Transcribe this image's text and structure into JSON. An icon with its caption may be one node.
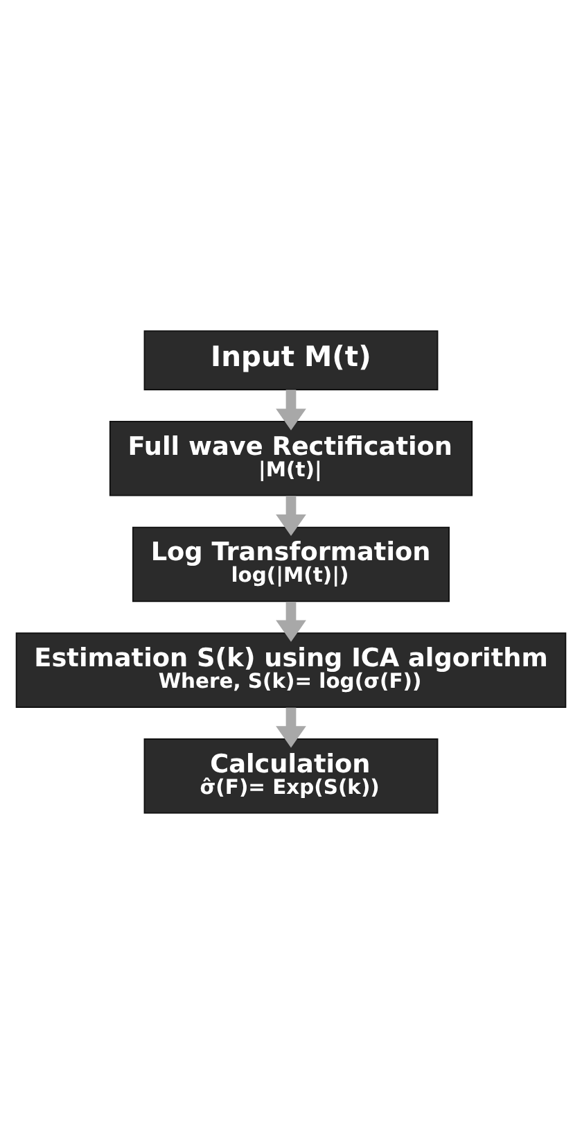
{
  "diagram": {
    "nodes": [
      {
        "text": [
          "Input M(t)"
        ]
      },
      {
        "text": [
          "Full wave Rectification",
          "|M(t)|"
        ]
      },
      {
        "text": [
          "Log Transformation",
          "log(|M(t)|)"
        ]
      },
      {
        "text": [
          "Estimation S(k) using ICA algorithm",
          "Where, S(k)= log(σ(F))"
        ]
      },
      {
        "text": [
          "Calculation",
          "σ̂(F)= Exp(S(k))"
        ]
      }
    ],
    "edges": [
      {
        "from": 0,
        "to": 1,
        "arrow": "to"
      },
      {
        "from": 1,
        "to": 2,
        "arrow": "to"
      },
      {
        "from": 2,
        "to": 3,
        "arrow": "to"
      },
      {
        "from": 3,
        "to": 4,
        "arrow": "to"
      }
    ]
  }
}
